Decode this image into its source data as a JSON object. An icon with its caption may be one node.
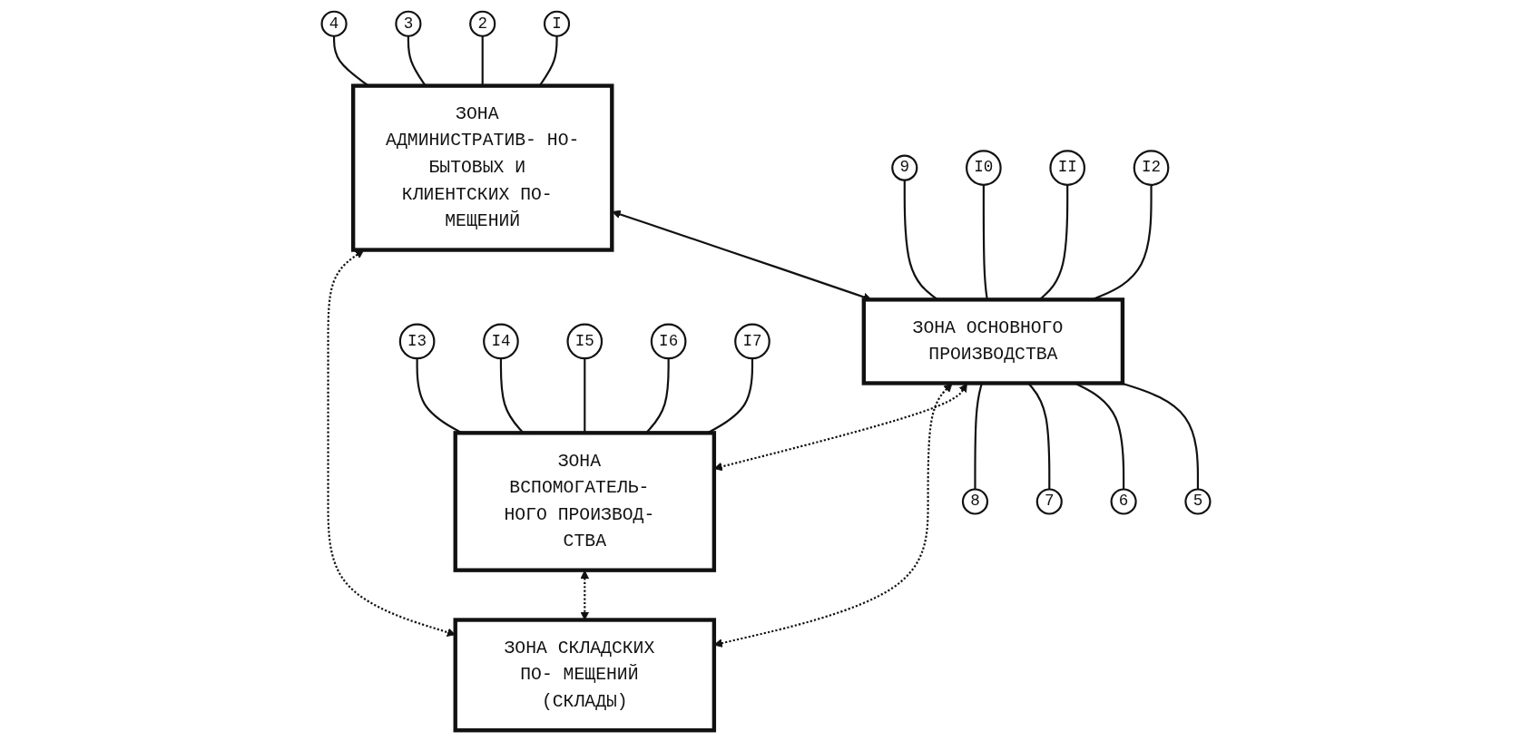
{
  "diagram": {
    "nodes": [
      {
        "text": [
          "I"
        ]
      },
      {
        "text": [
          "2"
        ]
      },
      {
        "text": [
          "3"
        ]
      },
      {
        "text": [
          "4"
        ]
      },
      {
        "text": [
          "ЗОНА АДМИНИСТРАТИВ- НО-БЫТОВЫХ И КЛИЕНТСКИХ ПО- МЕЩЕНИЙ"
        ]
      },
      {
        "text": [
          "9"
        ]
      },
      {
        "text": [
          "I0"
        ]
      },
      {
        "text": [
          "II"
        ]
      },
      {
        "text": [
          "I2"
        ]
      },
      {
        "text": [
          "ЗОНА ОСНОВНОГО ПРОИЗВОДСТВА"
        ]
      },
      {
        "text": [
          "I3"
        ]
      },
      {
        "text": [
          "I4"
        ]
      },
      {
        "text": [
          "I5"
        ]
      },
      {
        "text": [
          "I6"
        ]
      },
      {
        "text": [
          "I7"
        ]
      },
      {
        "text": [
          "ЗОНА ВСПОМОГАТЕЛЬ- НОГО ПРОИЗВОД- СТВА"
        ]
      },
      {
        "text": [
          "5"
        ]
      },
      {
        "text": [
          "6"
        ]
      },
      {
        "text": [
          "7"
        ]
      },
      {
        "text": [
          "8"
        ]
      },
      {
        "text": [
          "ЗОНА СКЛАДСКИХ ПО- МЕЩЕНИЙ (СКЛАДЫ)"
        ]
      }
    ],
    "edges": [
      {
        "from": 0,
        "to": 4,
        "arrow": "none"
      },
      {
        "from": 1,
        "to": 4,
        "arrow": "none"
      },
      {
        "from": 2,
        "to": 4,
        "arrow": "none"
      },
      {
        "from": 3,
        "to": 4,
        "arrow": "none"
      },
      {
        "from": 5,
        "to": 9,
        "arrow": "none"
      },
      {
        "from": 6,
        "to": 9,
        "arrow": "none"
      },
      {
        "from": 7,
        "to": 9,
        "arrow": "none"
      },
      {
        "from": 8,
        "to": 9,
        "arrow": "none"
      },
      {
        "from": 10,
        "to": 15,
        "arrow": "none"
      },
      {
        "from": 11,
        "to": 15,
        "arrow": "none"
      },
      {
        "from": 12,
        "to": 15,
        "arrow": "none"
      },
      {
        "from": 13,
        "to": 15,
        "arrow": "none"
      },
      {
        "from": 14,
        "to": 15,
        "arrow": "none"
      },
      {
        "from": 9,
        "to": 16,
        "arrow": "none"
      },
      {
        "from": 9,
        "to": 17,
        "arrow": "none"
      },
      {
        "from": 9,
        "to": 18,
        "arrow": "none"
      },
      {
        "from": 9,
        "to": 19,
        "arrow": "none"
      },
      {
        "from": 4,
        "to": 9,
        "arrow": "both"
      },
      {
        "from": 9,
        "to": 15,
        "arrow": "both",
        "style": "dashed"
      },
      {
        "from": 9,
        "to": 20,
        "arrow": "both",
        "style": "dashed"
      },
      {
        "from": 4,
        "to": 20,
        "arrow": "both",
        "style": "dashed"
      },
      {
        "from": 15,
        "to": 20,
        "arrow": "both",
        "style": "dashed"
      }
    ]
  }
}
